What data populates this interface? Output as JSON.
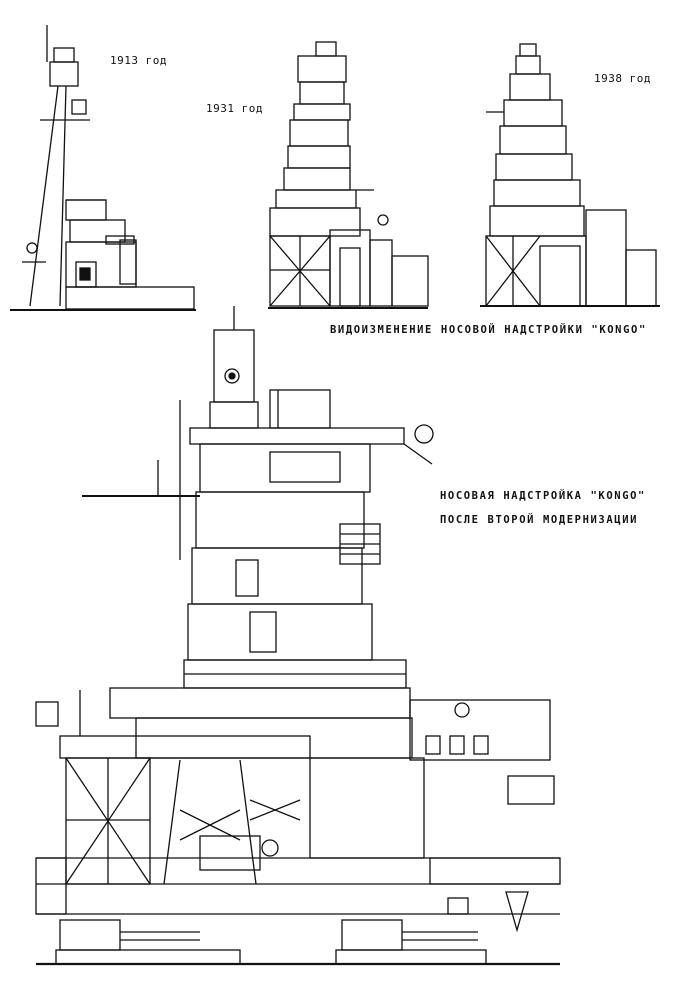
{
  "labels": {
    "year_1913": "1913 год",
    "year_1931": "1931 год",
    "year_1938": "1938 год"
  },
  "captions": {
    "evolution": "ВИДОИЗМЕНЕНИЕ  НОСОВОЙ НАДСТРОЙКИ \"KONGO\"",
    "main_line1": "НОСОВАЯ  НАДСТРОЙКА  \"KONGO\"",
    "main_line2": "ПОСЛЕ  ВТОРОЙ  МОДЕРНИЗАЦИИ"
  }
}
